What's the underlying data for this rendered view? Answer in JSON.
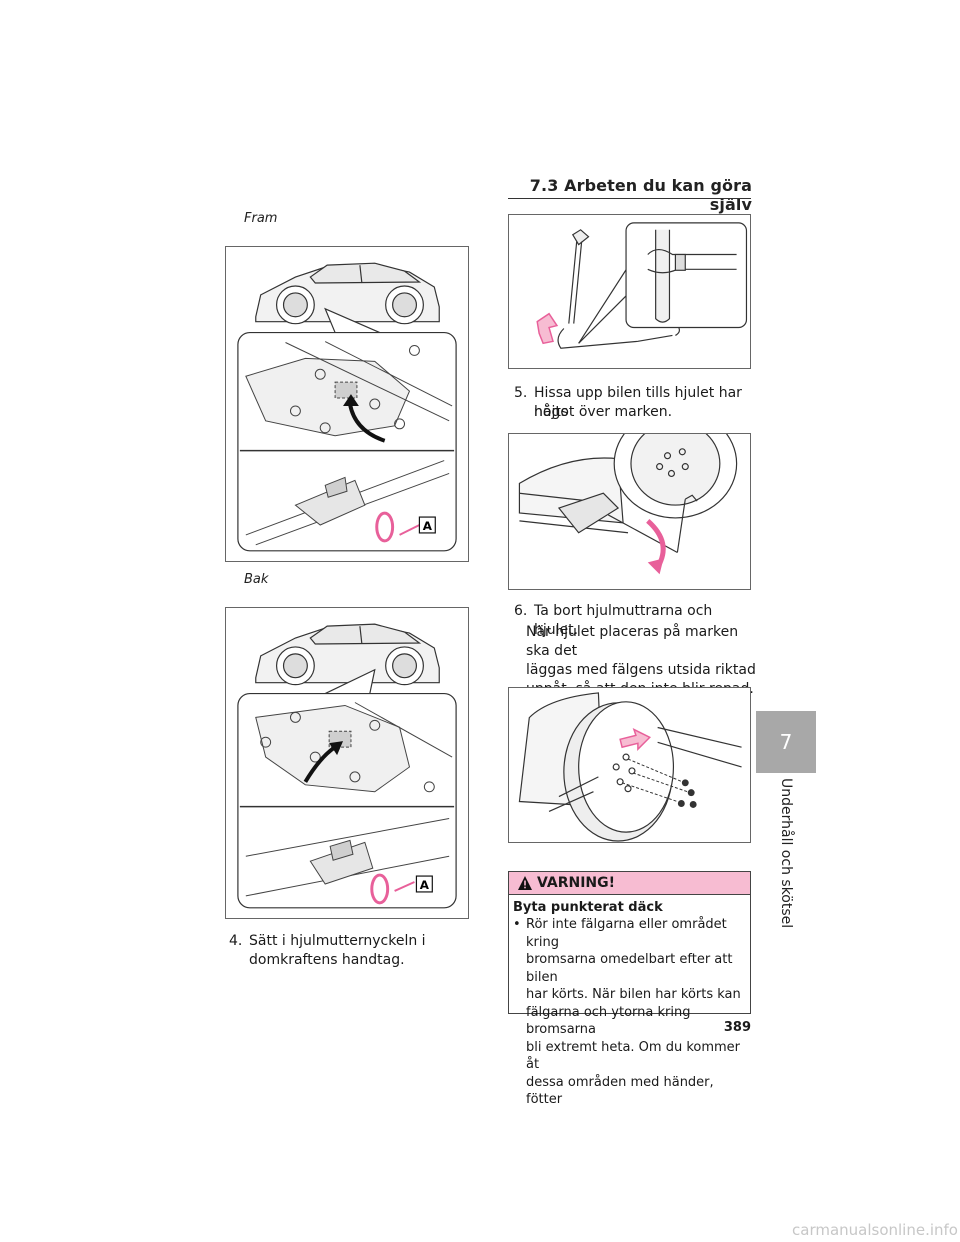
{
  "header": {
    "title": "7.3  Arbeten du kan göra själv"
  },
  "figures": {
    "front_caption": "Fram",
    "rear_caption": "Bak",
    "callout_label": "A"
  },
  "steps": {
    "s4": {
      "num": "4.",
      "line1": "Sätt i hjulmutternyckeln i",
      "line2": "domkraftens handtag."
    },
    "s5": {
      "num": "5.",
      "line1": "Hissa upp bilen tills hjulet har höjts",
      "line2": "något över marken."
    },
    "s6": {
      "num": "6.",
      "line1": "Ta bort hjulmuttrarna och hjulet.",
      "body1": "När hjulet placeras på marken ska det",
      "body2": "läggas med fälgens utsida riktad",
      "body3": "uppåt, så att den inte blir repad."
    }
  },
  "warning": {
    "title": "VARNING!",
    "subtitle": "Byta punkterat däck",
    "bullet_lines": [
      "Rör inte fälgarna eller området kring",
      "bromsarna omedelbart efter att bilen",
      "har körts. När bilen har körts kan",
      "fälgarna och ytorna kring bromsarna",
      "bli extremt heta. Om du kommer åt",
      "dessa områden med händer, fötter"
    ]
  },
  "chapter": {
    "number": "7",
    "label": "Underhåll och skötsel"
  },
  "page_number": "389",
  "footer": "carmanualsonline.info",
  "colors": {
    "accent_pink": "#f7bcd2",
    "arrow_pink": "#e8609a",
    "tab_gray": "#a8a8a8"
  }
}
